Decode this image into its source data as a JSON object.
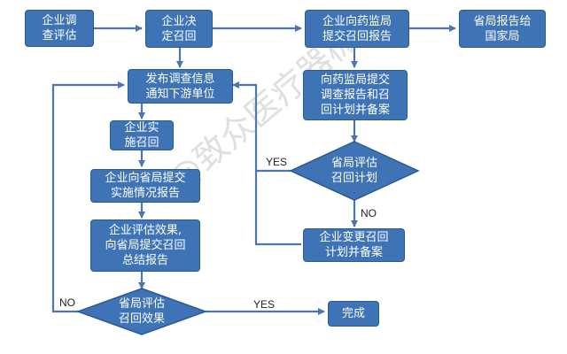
{
  "nodes": {
    "assess": "企业调\n查评估",
    "decide": "企业决\n定召回",
    "submit_report": "企业向药监局\n提交召回报告",
    "report_state": "省局报告给\n国家局",
    "publish": "发布调查信息\n通知下游单位",
    "submit_plan": "向药监局提交\n调查报告和召\n回计划并备案",
    "implement": "企业实\n施召回",
    "impl_report": "企业向省局提交\n实施情况报告",
    "evaluate": "企业评估效果,\n向省局提交召回\n总结报告",
    "change_plan": "企业变更召回\n计划并备案",
    "done": "完成"
  },
  "decisions": {
    "plan_eval": "省局评估\n召回计划",
    "effect_eval": "省局评估\n召回效果"
  },
  "labels": {
    "yes_plan": "YES",
    "no_plan": "NO",
    "no_effect": "NO",
    "yes_effect": "YES"
  },
  "watermark": "@致众医疗器械",
  "colors": {
    "box_fill": "#3e74b5",
    "box_border": "#2b5a91",
    "arrow": "#4a77b0"
  }
}
